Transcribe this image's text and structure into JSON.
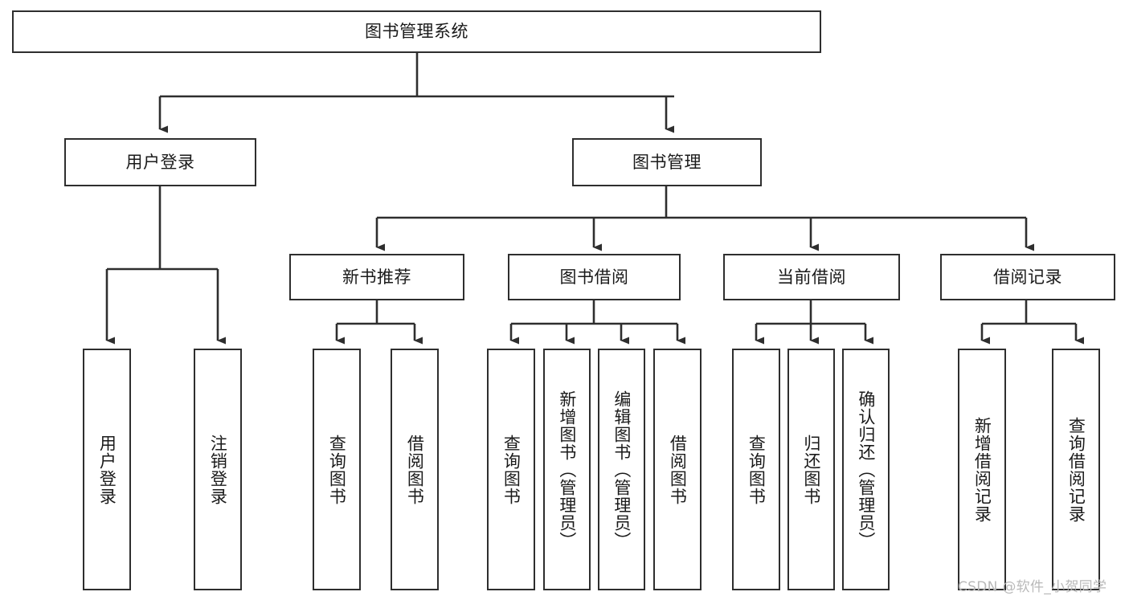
{
  "diagram": {
    "type": "tree-hierarchy",
    "title_node": {
      "label": "图书管理系统"
    },
    "level2": [
      {
        "label": "用户登录"
      },
      {
        "label": "图书管理"
      }
    ],
    "level3": [
      {
        "label": "新书推荐"
      },
      {
        "label": "图书借阅"
      },
      {
        "label": "当前借阅"
      },
      {
        "label": "借阅记录"
      }
    ],
    "leaves": {
      "user_login": [
        {
          "label": "用户登录"
        },
        {
          "label": "注销登录"
        }
      ],
      "new_book_recommend": [
        {
          "label": "查询图书"
        },
        {
          "label": "借阅图书"
        }
      ],
      "book_borrow": [
        {
          "label": "查询图书"
        },
        {
          "label": "新增图书（管理员）"
        },
        {
          "label": "编辑图书（管理员）"
        },
        {
          "label": "借阅图书"
        }
      ],
      "current_borrow": [
        {
          "label": "查询图书"
        },
        {
          "label": "归还图书"
        },
        {
          "label": "确认归还（管理员）"
        }
      ],
      "borrow_record": [
        {
          "label": "新增借阅记录"
        },
        {
          "label": "查询借阅记录"
        }
      ]
    }
  },
  "watermark": {
    "text": "CSDN @软件_小贺同学"
  },
  "colors": {
    "stroke": "#2e2e2e",
    "fill": "#ffffff",
    "text": "#1a1a1a",
    "watermark": "#b9b9b9"
  }
}
